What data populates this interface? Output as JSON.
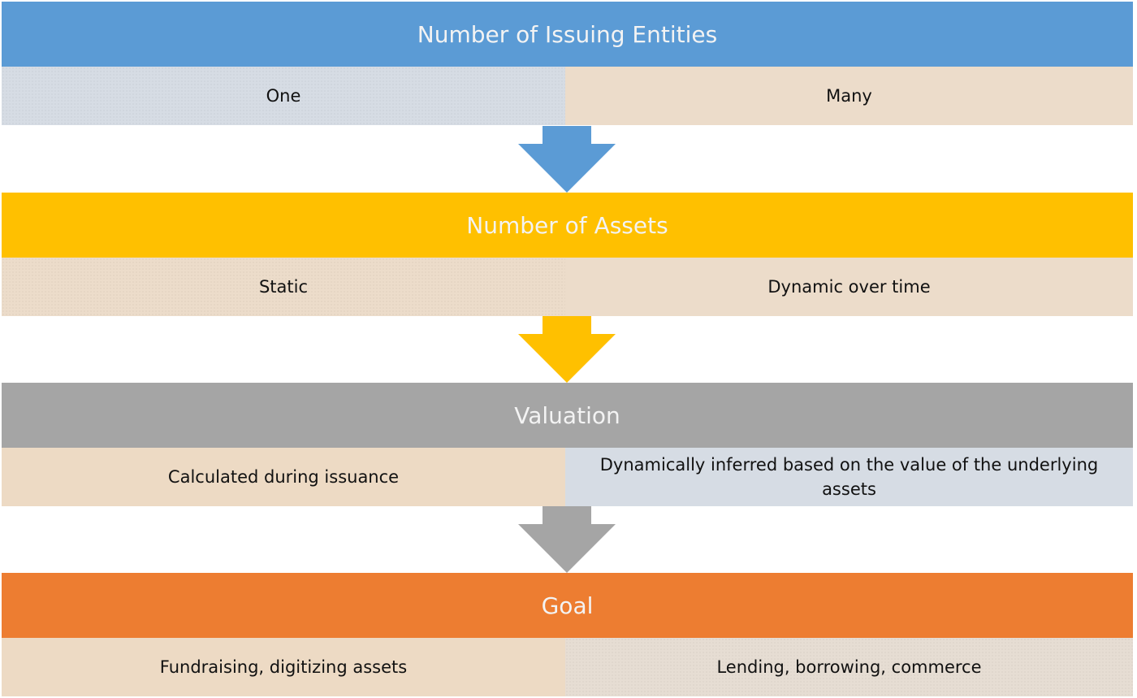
{
  "sections": [
    {
      "title": "Number of Issuing Entities",
      "header_color": "#5b9bd5",
      "arrow_color": "#5b9bd5",
      "left": {
        "text": "One",
        "color": "#d6dce4"
      },
      "right": {
        "text": "Many",
        "color": "#ecdcca"
      }
    },
    {
      "title": "Number of Assets",
      "header_color": "#ffc000",
      "arrow_color": "#ffc000",
      "left": {
        "text": "Static",
        "color": "#ecdcca"
      },
      "right": {
        "text": "Dynamic over time",
        "color": "#ecdcca"
      }
    },
    {
      "title": "Valuation",
      "header_color": "#a5a5a5",
      "arrow_color": "#a5a5a5",
      "left": {
        "text": "Calculated during issuance",
        "color": "#eddac4"
      },
      "right": {
        "text": "Dynamically inferred based on the value of the underlying assets",
        "color": "#d6dce4"
      }
    },
    {
      "title": "Goal",
      "header_color": "#ed7d31",
      "left": {
        "text": "Fundraising, digitizing assets",
        "color": "#eddac4"
      },
      "right": {
        "text": "Lending, borrowing, commerce",
        "color": "#e6ddd3"
      }
    }
  ]
}
